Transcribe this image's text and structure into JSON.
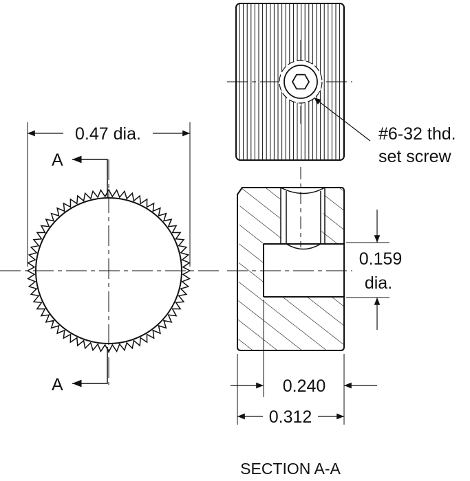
{
  "diagram": {
    "front_view": {
      "diameter_label": "0.47 dia.",
      "section_letter_top": "A",
      "section_letter_bottom": "A"
    },
    "top_view": {
      "callout_line1": "#6-32 thd.",
      "callout_line2": "set screw"
    },
    "section_view": {
      "bore_dim_value": "0.159",
      "bore_dim_unit": "dia.",
      "bore_depth_label": "0.240",
      "overall_length_label": "0.312",
      "title": "SECTION A-A"
    }
  }
}
